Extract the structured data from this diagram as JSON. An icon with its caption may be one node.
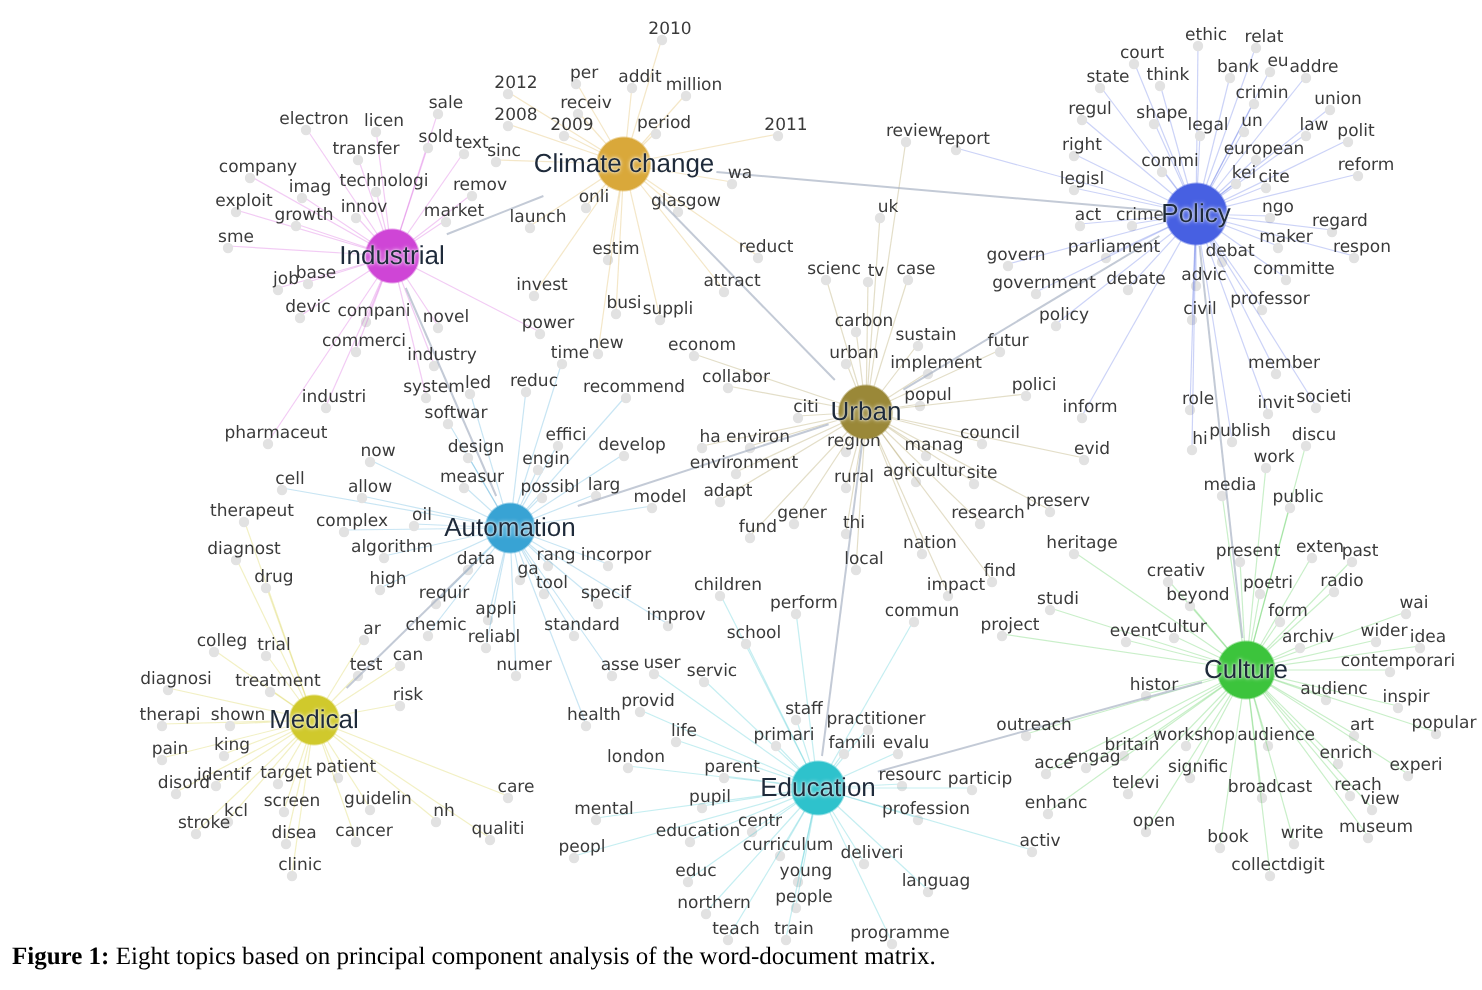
{
  "diagram": {
    "caption": "**Figure 1:** Eight topics based on principal component analysis of the word-document matrix.",
    "nodes": [
      {
        "text": [
          "Climate change"
        ]
      },
      {
        "text": [
          "Industrial"
        ]
      },
      {
        "text": [
          "Policy"
        ]
      },
      {
        "text": [
          "Urban"
        ]
      },
      {
        "text": [
          "Automation"
        ]
      },
      {
        "text": [
          "Culture"
        ]
      },
      {
        "text": [
          "Medical"
        ]
      },
      {
        "text": [
          "Education"
        ]
      }
    ],
    "edges": [
      {
        "from": 1,
        "to": 0,
        "arrow": "none"
      },
      {
        "from": 0,
        "to": 3,
        "arrow": "none"
      },
      {
        "from": 3,
        "to": 2,
        "arrow": "none"
      },
      {
        "from": 1,
        "to": 4,
        "arrow": "none"
      },
      {
        "from": 4,
        "to": 6,
        "arrow": "none"
      },
      {
        "from": 4,
        "to": 3,
        "arrow": "none"
      },
      {
        "from": 3,
        "to": 7,
        "arrow": "none"
      },
      {
        "from": 7,
        "to": 5,
        "arrow": "none"
      },
      {
        "from": 5,
        "to": 2,
        "arrow": "none"
      },
      {
        "from": 0,
        "to": 2,
        "arrow": "none"
      }
    ],
    "labels": [
      "2010",
      "2012",
      "per",
      "addit",
      "million",
      "sale",
      "receiv",
      "2008",
      "2009",
      "period",
      "2011",
      "electron",
      "licen",
      "sold",
      "text",
      "sinc",
      "transfer",
      "company",
      "imag",
      "technologi",
      "remov",
      "onli",
      "glasgow",
      "wa",
      "exploit",
      "growth",
      "innov",
      "market",
      "launch",
      "sme",
      "estim",
      "reduct",
      "job",
      "base",
      "invest",
      "attract",
      "devic",
      "compani",
      "novel",
      "busi",
      "suppli",
      "power",
      "commerci",
      "industry",
      "time",
      "new",
      "econom",
      "industri",
      "system",
      "led",
      "reduc",
      "recommend",
      "collabor",
      "softwar",
      "pharmaceut",
      "now",
      "design",
      "effici",
      "develop",
      "ha",
      "environ",
      "citi",
      "engin",
      "ethic",
      "relat",
      "court",
      "eu",
      "state",
      "think",
      "bank",
      "addre",
      "crimin",
      "union",
      "regul",
      "shape",
      "legal",
      "un",
      "law",
      "polit",
      "review",
      "report",
      "right",
      "commi",
      "european",
      "reform",
      "legisl",
      "kei",
      "cite",
      "uk",
      "act",
      "crime",
      "ngo",
      "regard",
      "maker",
      "respon",
      "parliament",
      "debat",
      "govern",
      "scienc",
      "tv",
      "case",
      "government",
      "debate",
      "advic",
      "committe",
      "professor",
      "carbon",
      "policy",
      "civil",
      "sustain",
      "futur",
      "urban",
      "implement",
      "member",
      "popul",
      "polici",
      "inform",
      "role",
      "invit",
      "societi",
      "publish",
      "hi",
      "discu",
      "council",
      "manag",
      "region",
      "evid",
      "cell",
      "allow",
      "measur",
      "possibl",
      "larg",
      "model",
      "environment",
      "adapt",
      "therapeut",
      "complex",
      "oil",
      "gener",
      "fund",
      "diagnost",
      "algorithm",
      "data",
      "rang",
      "incorpor",
      "ga",
      "drug",
      "high",
      "tool",
      "specif",
      "children",
      "perform",
      "requir",
      "appli",
      "ar",
      "chemic",
      "standard",
      "improv",
      "school",
      "reliabl",
      "colleg",
      "trial",
      "test",
      "can",
      "numer",
      "asse",
      "user",
      "servic",
      "diagnosi",
      "treatment",
      "risk",
      "rural",
      "agricultur",
      "site",
      "work",
      "media",
      "public",
      "preserv",
      "research",
      "thi",
      "nation",
      "heritage",
      "present",
      "exten",
      "past",
      "local",
      "creativ",
      "find",
      "impact",
      "poetri",
      "radio",
      "beyond",
      "studi",
      "wai",
      "form",
      "commun",
      "project",
      "event",
      "cultur",
      "archiv",
      "wider",
      "idea",
      "contemporari",
      "histor",
      "audienc",
      "inspir",
      "provid",
      "staff",
      "therapi",
      "shown",
      "health",
      "practitioner",
      "outreach",
      "art",
      "popular",
      "life",
      "primari",
      "workshop",
      "audience",
      "famili",
      "evalu",
      "britain",
      "king",
      "pain",
      "enrich",
      "london",
      "engag",
      "acce",
      "experi",
      "parent",
      "patient",
      "signific",
      "identif",
      "target",
      "resourc",
      "particip",
      "disord",
      "televi",
      "broadcast",
      "reach",
      "care",
      "pupil",
      "view",
      "screen",
      "guidelin",
      "profession",
      "enhanc",
      "kcl",
      "nh",
      "mental",
      "centr",
      "open",
      "stroke",
      "disea",
      "cancer",
      "qualiti",
      "education",
      "museum",
      "write",
      "book",
      "activ",
      "peopl",
      "curriculum",
      "deliveri",
      "clinic",
      "collectdigit",
      "educ",
      "young",
      "languag",
      "people",
      "northern",
      "teach",
      "train",
      "programme"
    ]
  }
}
